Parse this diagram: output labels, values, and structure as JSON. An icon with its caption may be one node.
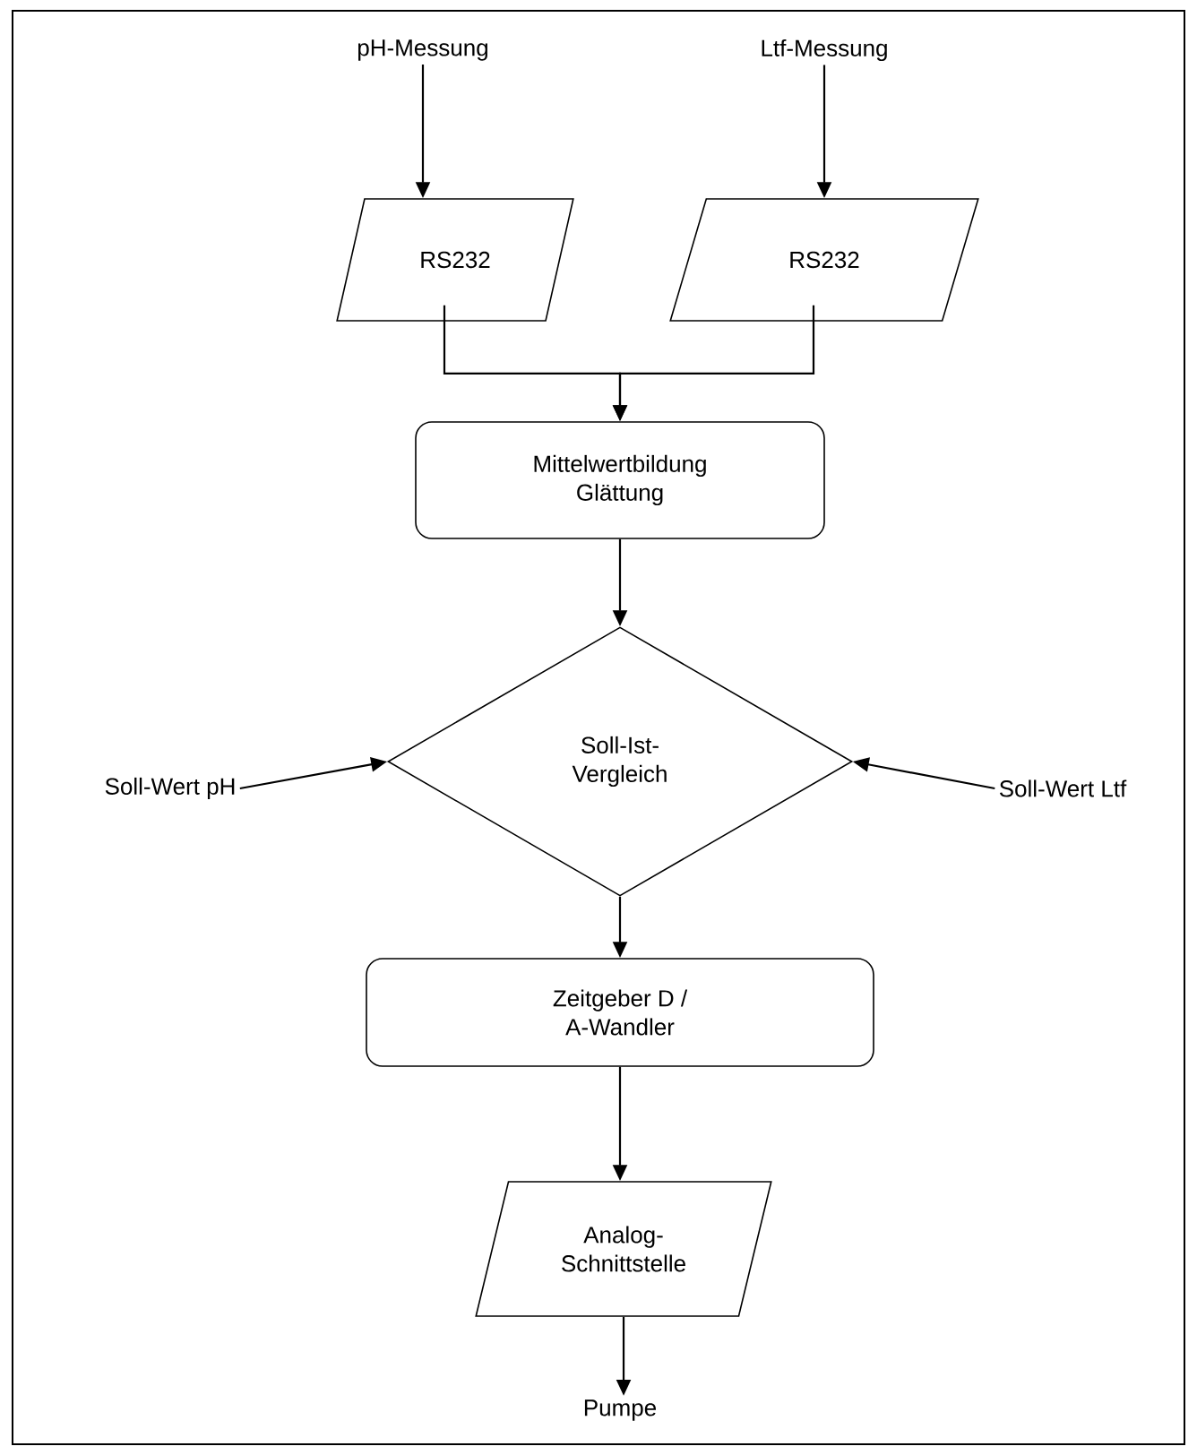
{
  "diagram": {
    "nodes": [
      {
        "text": [
          "pH-Messung"
        ]
      },
      {
        "text": [
          "Ltf-Messung"
        ]
      },
      {
        "text": [
          "RS232"
        ]
      },
      {
        "text": [
          "RS232"
        ]
      },
      {
        "text": [
          "Mittelwertbildung Glättung"
        ]
      },
      {
        "text": [
          "Soll-Ist-Vergleich"
        ]
      },
      {
        "text": [
          "Soll-Wert pH"
        ]
      },
      {
        "text": [
          "Soll-Wert Ltf"
        ]
      },
      {
        "text": [
          "Zeitgeber D / A-Wandler"
        ]
      },
      {
        "text": [
          "Analog-Schnittstelle"
        ]
      },
      {
        "text": [
          "Pumpe"
        ]
      }
    ],
    "edges": [
      {
        "from": 0,
        "to": 2,
        "arrow": "to"
      },
      {
        "from": 1,
        "to": 3,
        "arrow": "to"
      },
      {
        "from": 2,
        "to": 4,
        "arrow": "to"
      },
      {
        "from": 3,
        "to": 4,
        "arrow": "to"
      },
      {
        "from": 4,
        "to": 5,
        "arrow": "to"
      },
      {
        "from": 6,
        "to": 5,
        "arrow": "to"
      },
      {
        "from": 7,
        "to": 5,
        "arrow": "to"
      },
      {
        "from": 5,
        "to": 8,
        "arrow": "to"
      },
      {
        "from": 8,
        "to": 9,
        "arrow": "to"
      },
      {
        "from": 9,
        "to": 10,
        "arrow": "to"
      }
    ]
  }
}
